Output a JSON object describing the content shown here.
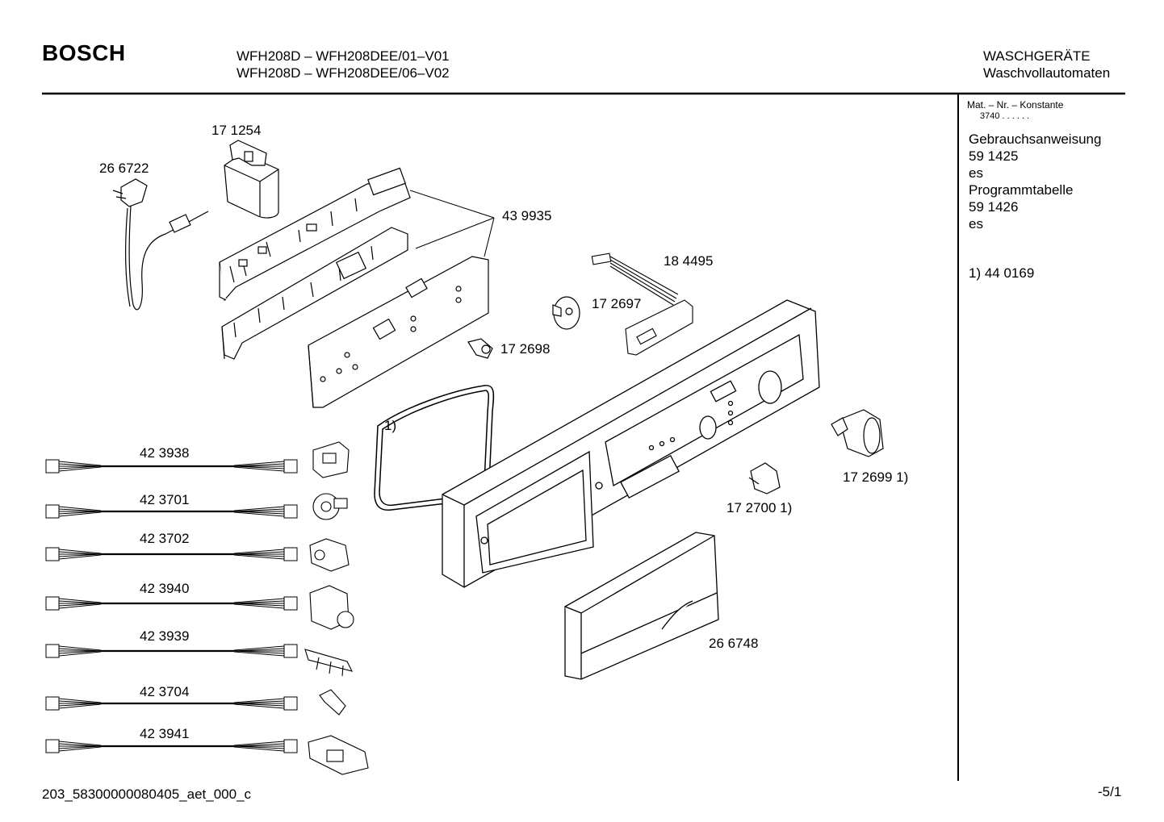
{
  "header": {
    "brand": "BOSCH",
    "model_line_1": "WFH208D – WFH208DEE/01–V01",
    "model_line_2": "WFH208D – WFH208DEE/06–V02",
    "category": "WASCHGERÄTE",
    "subcategory": "Waschvollautomaten"
  },
  "sidebar": {
    "mat_label": "Mat. – Nr. – Konstante",
    "mat_value": "3740 . .  .  .  .  .",
    "doc1_title": "Gebrauchsanweisung",
    "doc1_number": "59 1425",
    "doc1_lang": "es",
    "doc2_title": "Programmtabelle",
    "doc2_number": "59 1426",
    "doc2_lang": "es",
    "footnote": "1)  44 0169"
  },
  "parts": {
    "p171254": "17 1254",
    "p266722": "26 6722",
    "p439935": "43 9935",
    "p184495": "18 4495",
    "p172697": "17 2697",
    "p172698": "17 2698",
    "seal_ref": "1)",
    "p172699": "17 2699 1)",
    "p172700": "17 2700 1)",
    "p266748": "26 6748"
  },
  "cables": [
    {
      "id": "42 3938"
    },
    {
      "id": "42 3701"
    },
    {
      "id": "42 3702"
    },
    {
      "id": "42 3940"
    },
    {
      "id": "42 3939"
    },
    {
      "id": "42 3704"
    },
    {
      "id": "42 3941"
    }
  ],
  "footer": {
    "code": "203_58300000080405_aet_000_c",
    "page": "-5/1"
  }
}
